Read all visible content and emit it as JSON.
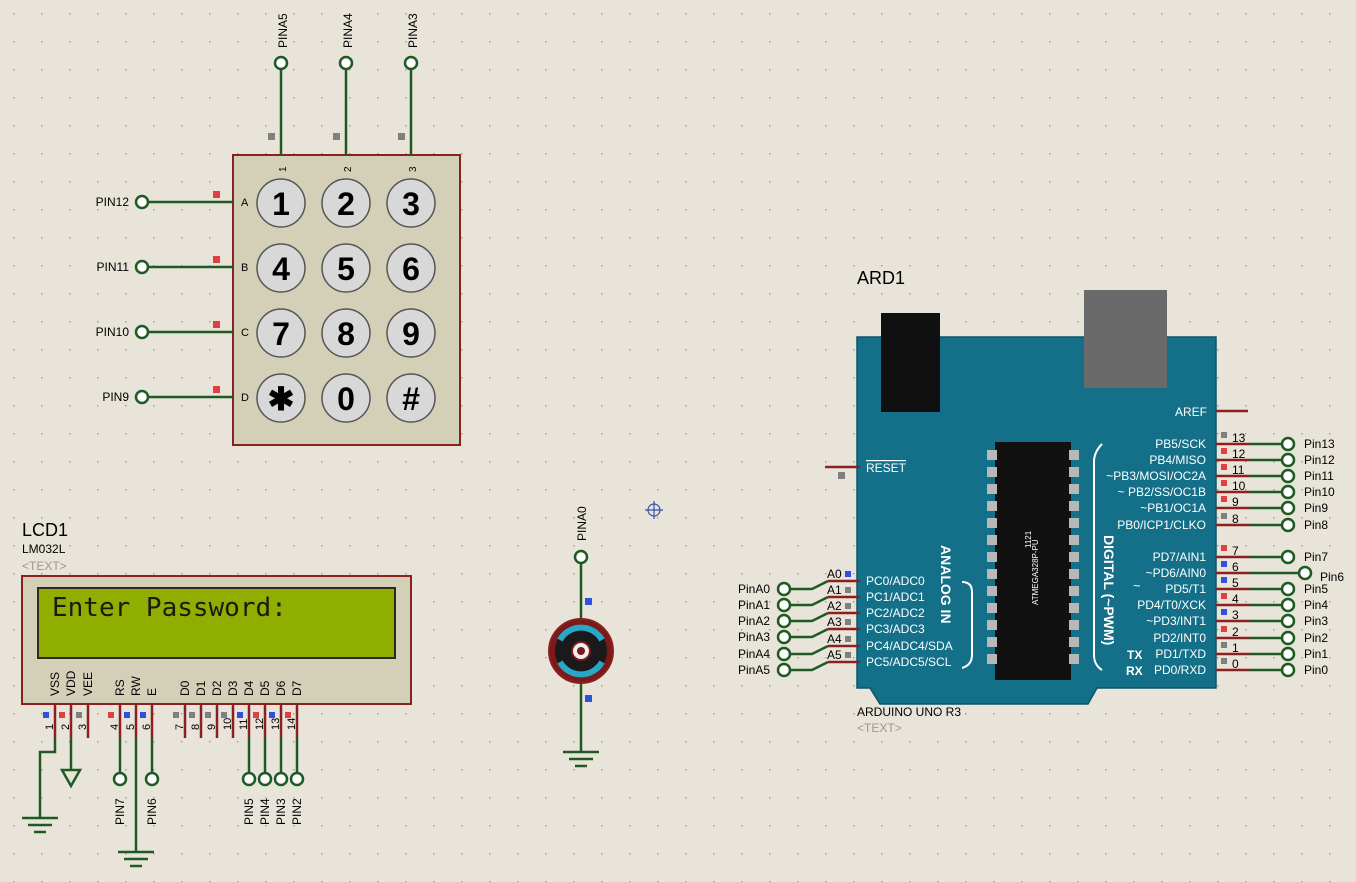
{
  "colors": {
    "background": "#e8e4da",
    "grid_dot": "#9a9890",
    "wire": "#1e5a22",
    "component_border": "#8a2020",
    "keypad_body": "#d4d0b8",
    "lcd_body": "#d4d0b8",
    "lcd_screen": "#8fae00",
    "arduino_board": "#137088",
    "pin_red": "#e04040",
    "pin_blue": "#3050e0",
    "pin_gray": "#808080"
  },
  "keypad": {
    "col_labels": [
      "PINA5",
      "PINA4",
      "PINA3"
    ],
    "col_numbers": [
      "1",
      "2",
      "3"
    ],
    "row_labels": [
      "PIN12",
      "PIN11",
      "PIN10",
      "PIN9"
    ],
    "row_letters": [
      "A",
      "B",
      "C",
      "D"
    ],
    "keys": [
      "1",
      "2",
      "3",
      "4",
      "5",
      "6",
      "7",
      "8",
      "9",
      "✱",
      "0",
      "#"
    ]
  },
  "lcd": {
    "ref": "LCD1",
    "model": "LM032L",
    "text_placeholder": "<TEXT>",
    "display_text": "Enter Password:",
    "pin_names": [
      "VSS",
      "VDD",
      "VEE",
      "RS",
      "RW",
      "E",
      "D0",
      "D1",
      "D2",
      "D3",
      "D4",
      "D5",
      "D6",
      "D7"
    ],
    "pin_numbers": [
      "1",
      "2",
      "3",
      "4",
      "5",
      "6",
      "7",
      "8",
      "9",
      "10",
      "11",
      "12",
      "13",
      "14"
    ],
    "net_labels": [
      "PIN7",
      "PIN6",
      "PIN5",
      "PIN4",
      "PIN3",
      "PIN2"
    ]
  },
  "motor": {
    "net_label": "PINA0",
    "icon": "motor-icon"
  },
  "arduino": {
    "ref": "ARD1",
    "model": "ARDUINO UNO R3",
    "text_placeholder": "<TEXT>",
    "chip_text": "ATMEGA328P-PU",
    "chip_number": "1121",
    "aref": "AREF",
    "reset": "RESET",
    "analog_label": "ANALOG IN",
    "digital_label": "DIGITAL (~PWM)",
    "analog_pins": [
      {
        "num": "A0",
        "func": "PC0/ADC0",
        "net": "PinA0"
      },
      {
        "num": "A1",
        "func": "PC1/ADC1",
        "net": "PinA1"
      },
      {
        "num": "A2",
        "func": "PC2/ADC2",
        "net": "PinA2"
      },
      {
        "num": "A3",
        "func": "PC3/ADC3",
        "net": "PinA3"
      },
      {
        "num": "A4",
        "func": "PC4/ADC4/SDA",
        "net": "PinA4"
      },
      {
        "num": "A5",
        "func": "PC5/ADC5/SCL",
        "net": "PinA5"
      }
    ],
    "digital_pins": [
      {
        "num": "13",
        "func": "PB5/SCK",
        "net": "Pin13"
      },
      {
        "num": "12",
        "func": "PB4/MISO",
        "net": "Pin12"
      },
      {
        "num": "11",
        "func": "~PB3/MOSI/OC2A",
        "net": "Pin11"
      },
      {
        "num": "10",
        "func": "~ PB2/SS/OC1B",
        "net": "Pin10"
      },
      {
        "num": "9",
        "func": "~PB1/OC1A",
        "net": "Pin9"
      },
      {
        "num": "8",
        "func": "PB0/ICP1/CLKO",
        "net": "Pin8"
      },
      {
        "num": "7",
        "func": "PD7/AIN1",
        "net": "Pin7"
      },
      {
        "num": "6",
        "func": "~PD6/AIN0",
        "net": "Pin6"
      },
      {
        "num": "5",
        "func": "PD5/T1",
        "net": "Pin5"
      },
      {
        "num": "4",
        "func": "PD4/T0/XCK",
        "net": "Pin4"
      },
      {
        "num": "3",
        "func": "~PD3/INT1",
        "net": "Pin3"
      },
      {
        "num": "2",
        "func": "PD2/INT0",
        "net": "Pin2"
      },
      {
        "num": "1",
        "func": "PD1/TXD",
        "net": "Pin1"
      },
      {
        "num": "0",
        "func": "PD0/RXD",
        "net": "Pin0"
      }
    ],
    "pwm_marks": [
      "~",
      "~",
      "~"
    ],
    "tx": "TX",
    "rx": "RX"
  }
}
